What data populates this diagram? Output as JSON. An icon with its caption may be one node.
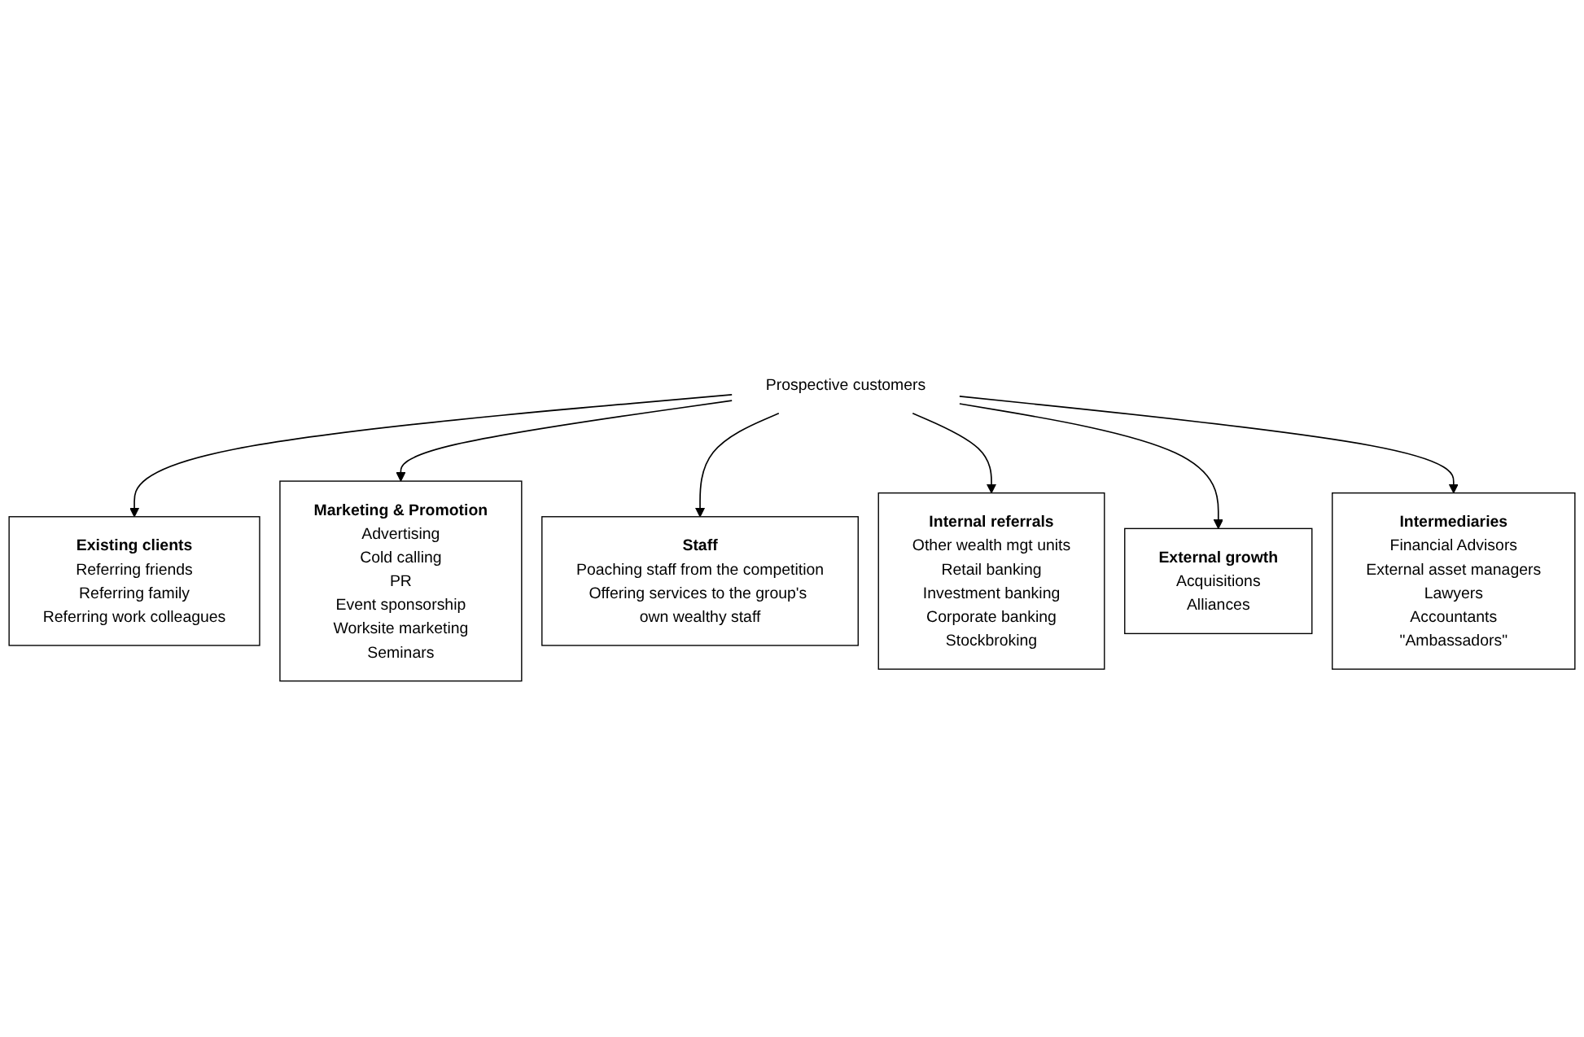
{
  "diagram": {
    "nodes": [
      {
        "text": [
          "Existing clients",
          "Referring friends",
          "Referring family",
          "Referring work colleagues"
        ]
      },
      {
        "text": [
          "Marketing & Promotion",
          "Advertising",
          "Cold calling",
          "PR",
          "Event sponsorship",
          "Worksite marketing",
          "Seminars"
        ]
      },
      {
        "text": [
          "Staff",
          "Poaching staff from the competition",
          "Offering services to the group's own wealthy staff"
        ]
      },
      {
        "text": [
          "Prospective customers"
        ]
      },
      {
        "text": [
          "Internal referrals",
          "Other wealth mgt units",
          "Retail banking",
          "Investment banking",
          "Corporate banking",
          "Stockbroking"
        ]
      },
      {
        "text": [
          "External growth",
          "Acquisitions",
          "Alliances"
        ]
      },
      {
        "text": [
          "Intermediaries",
          "Financial Advisors",
          "External asset managers",
          "Lawyers",
          "Accountants",
          "\"Ambassadors\""
        ]
      }
    ],
    "edges": [
      {
        "from": 3,
        "to": 0,
        "arrow": "to"
      },
      {
        "from": 3,
        "to": 1,
        "arrow": "to"
      },
      {
        "from": 3,
        "to": 2,
        "arrow": "to"
      },
      {
        "from": 3,
        "to": 4,
        "arrow": "to"
      },
      {
        "from": 3,
        "to": 5,
        "arrow": "to"
      },
      {
        "from": 3,
        "to": 6,
        "arrow": "to"
      }
    ]
  }
}
